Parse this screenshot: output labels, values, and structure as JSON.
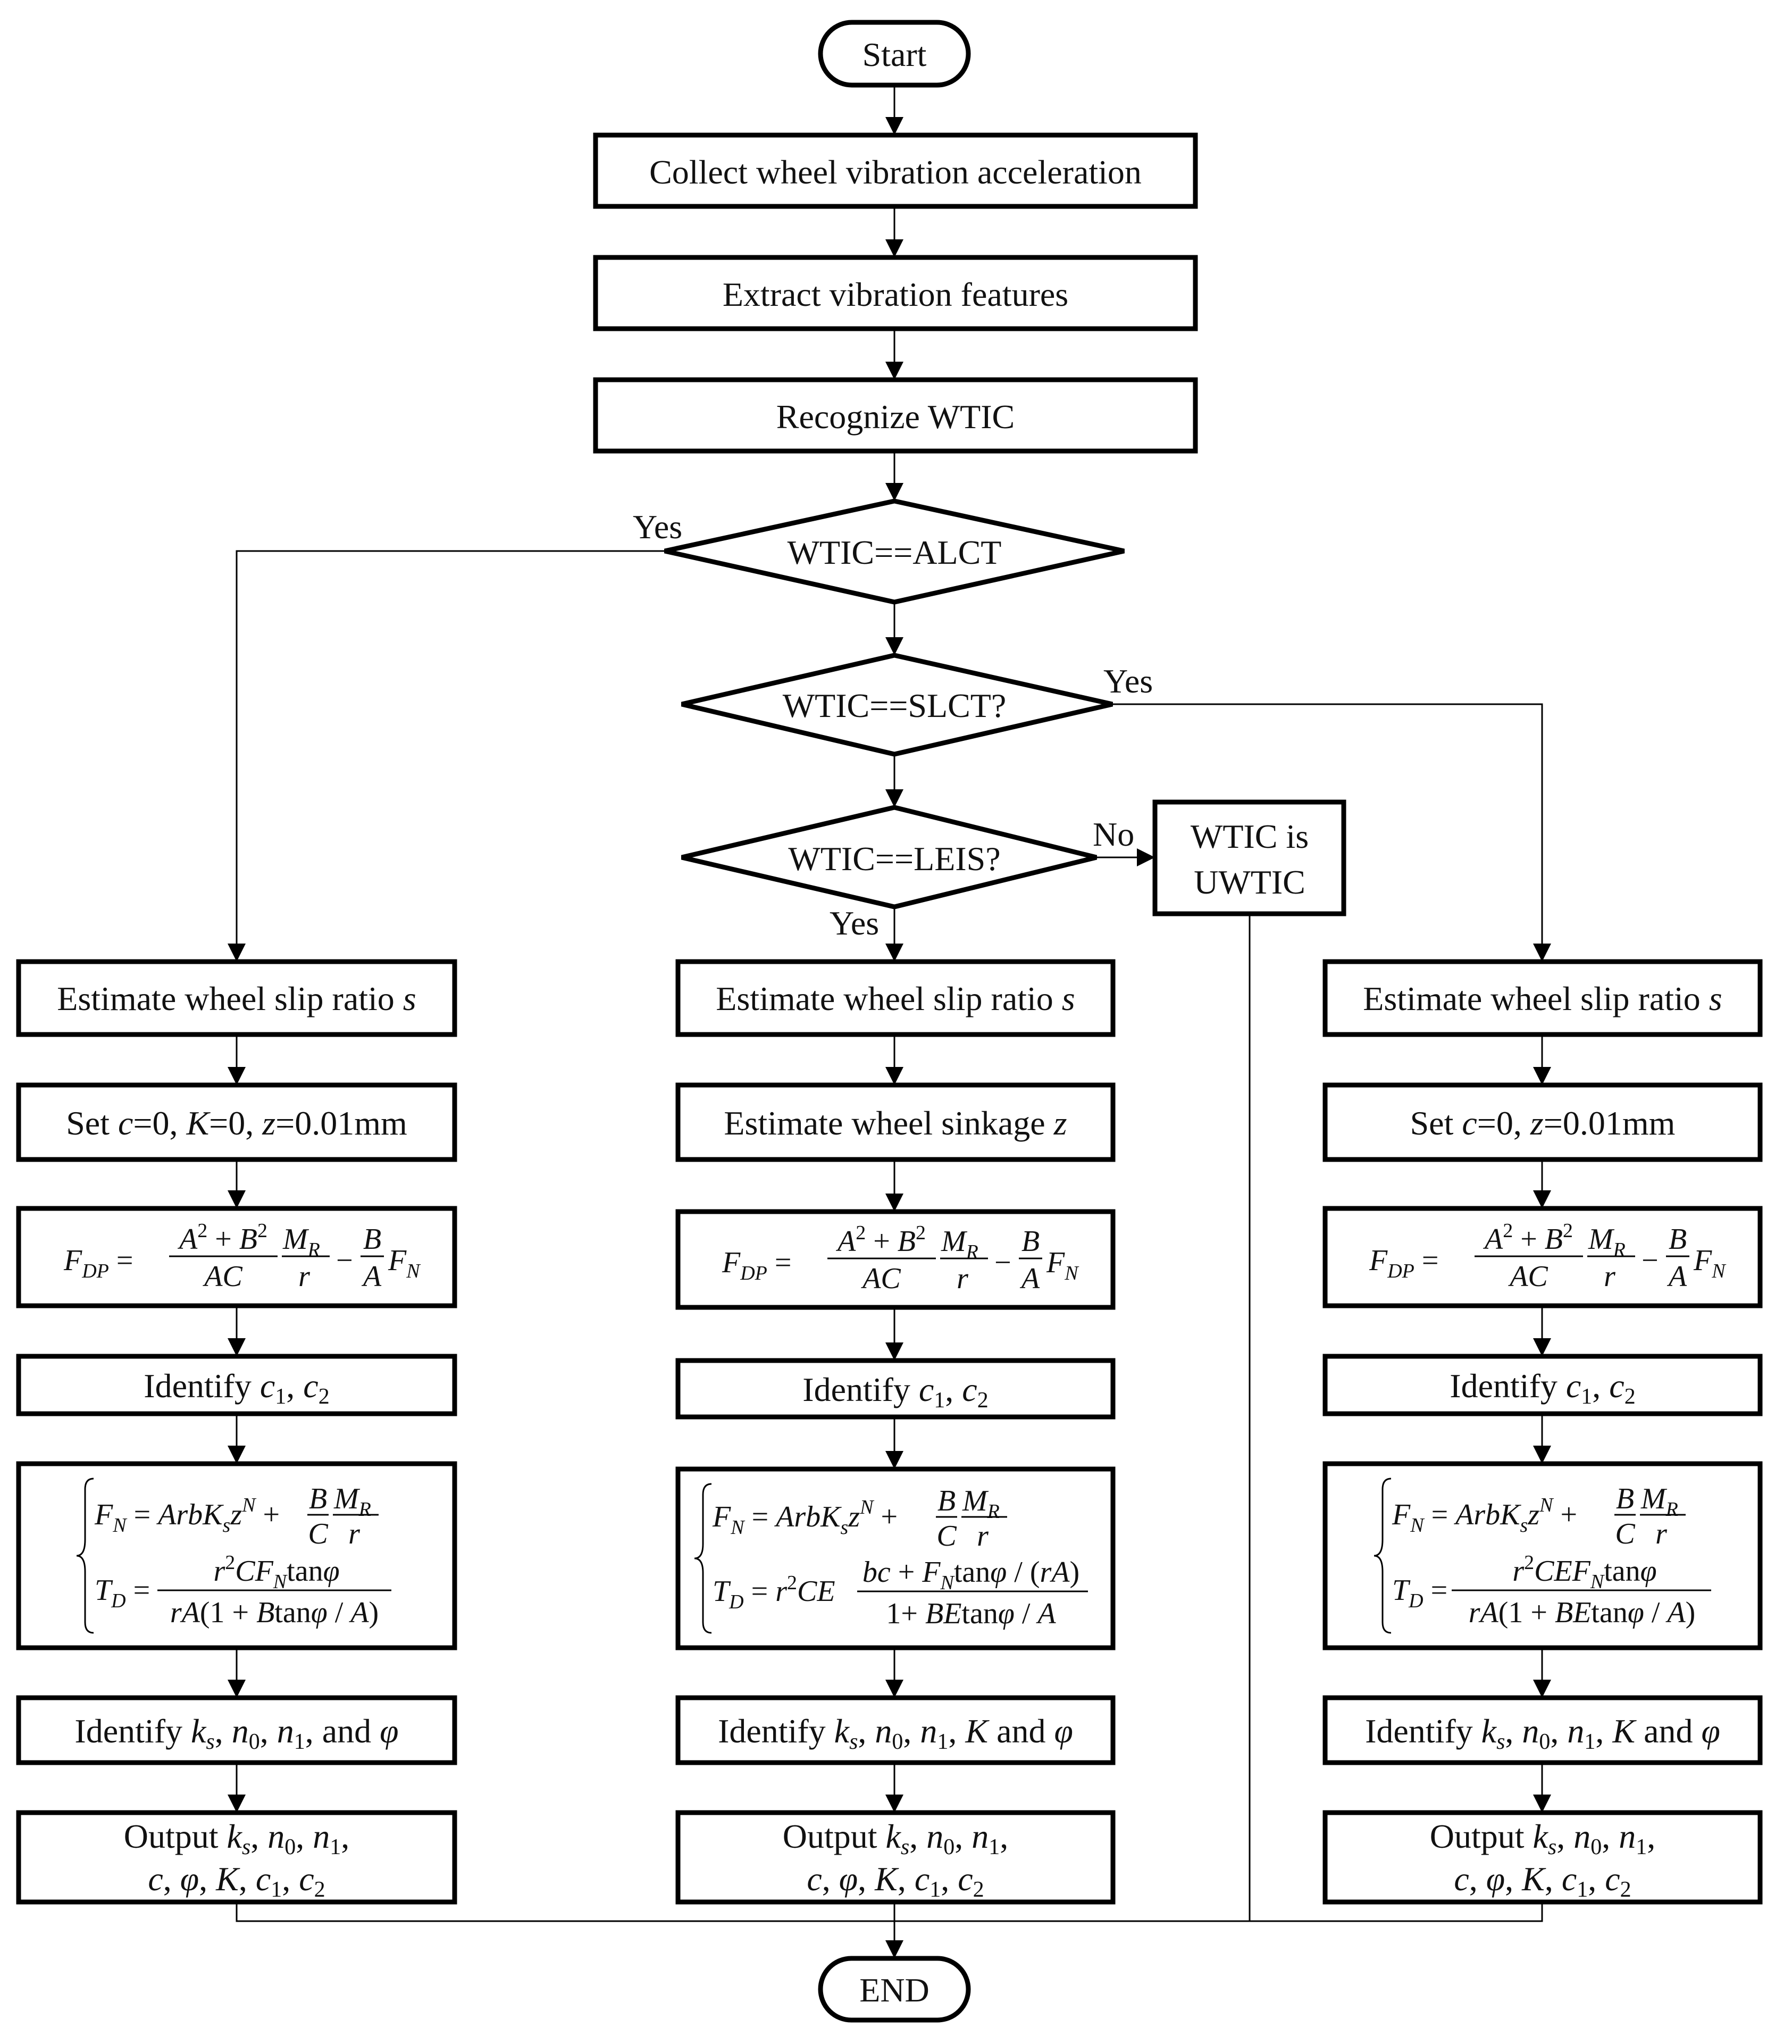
{
  "start": "Start",
  "end": "END",
  "steps": {
    "collect": "Collect wheel vibration acceleration",
    "extract": "Extract vibration features",
    "recognize": "Recognize WTIC"
  },
  "decisions": {
    "alct": "WTIC==ALCT",
    "slct": "WTIC==SLCT?",
    "leis": "WTIC==LEIS?"
  },
  "edge_labels": {
    "yes": "Yes",
    "no": "No"
  },
  "uwtic": {
    "line1": "WTIC is",
    "line2": "UWTIC"
  },
  "estimate_slip": "Estimate wheel slip ratio s",
  "left": {
    "set": "Set c=0, K=0, z=0.01mm",
    "identify_c": "Identify c1, c2",
    "identify_k": "Identify ks, n0, n1, and φ",
    "output_1": "Output ks, n0, n1,",
    "output_2": "c, φ, K, c1, c2"
  },
  "mid": {
    "sinkage": "Estimate wheel sinkage z",
    "identify_c": "Identify c1, c2",
    "identify_k": "Identify ks, n0, n1, K and φ",
    "output_1": "Output ks, n0, n1,",
    "output_2": "c, φ, K, c1, c2"
  },
  "right": {
    "set": "Set c=0, z=0.01mm",
    "identify_c": "Identify c1, c2",
    "identify_k": "Identify ks, n0, n1, K and φ",
    "output_1": "Output ks, n0, n1,",
    "output_2": "c, φ, K, c1, c2"
  },
  "formulas": {
    "fdp": "F_DP = (A² + B²)/(AC) · M_R/r − (B/A) F_N",
    "left_sys": "F_N = ArbK_s z^N + (B/C)(M_R/r); T_D = r²CF_N tanφ / (rA(1 + Btanφ/A))",
    "mid_sys": "F_N = ArbK_s z^N + (B/C)(M_R/r); T_D = r²CE (bc + F_N tanφ/(rA)) / (1 + BEtanφ/A)",
    "right_sys": "F_N = ArbK_s z^N + (B/C)(M_R/r); T_D = r²CEF_N tanφ / (rA(1 + BEtanφ/A))"
  }
}
